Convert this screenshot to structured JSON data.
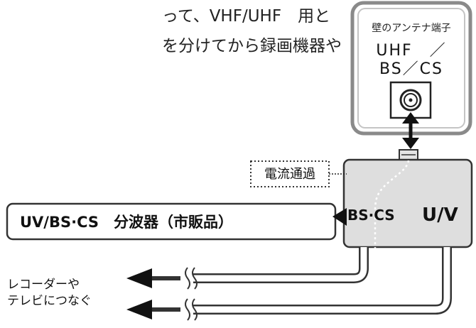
{
  "intro_text": {
    "line1": "って、VHF/UHF　用と",
    "line2": "を分けてから録画機器や"
  },
  "wall_outlet": {
    "title": "壁のアンテナ端子",
    "line1": "UHF　／",
    "line2": "BS／CS"
  },
  "current_pass_label": "電流通過",
  "splitter_label": "UV/BS·CS　分波器（市販品）",
  "ports": {
    "bs_cs": "BS·CS",
    "uv": "U/V"
  },
  "output_text": {
    "line1": "レコーダーや",
    "line2": "テレビにつなぐ"
  }
}
